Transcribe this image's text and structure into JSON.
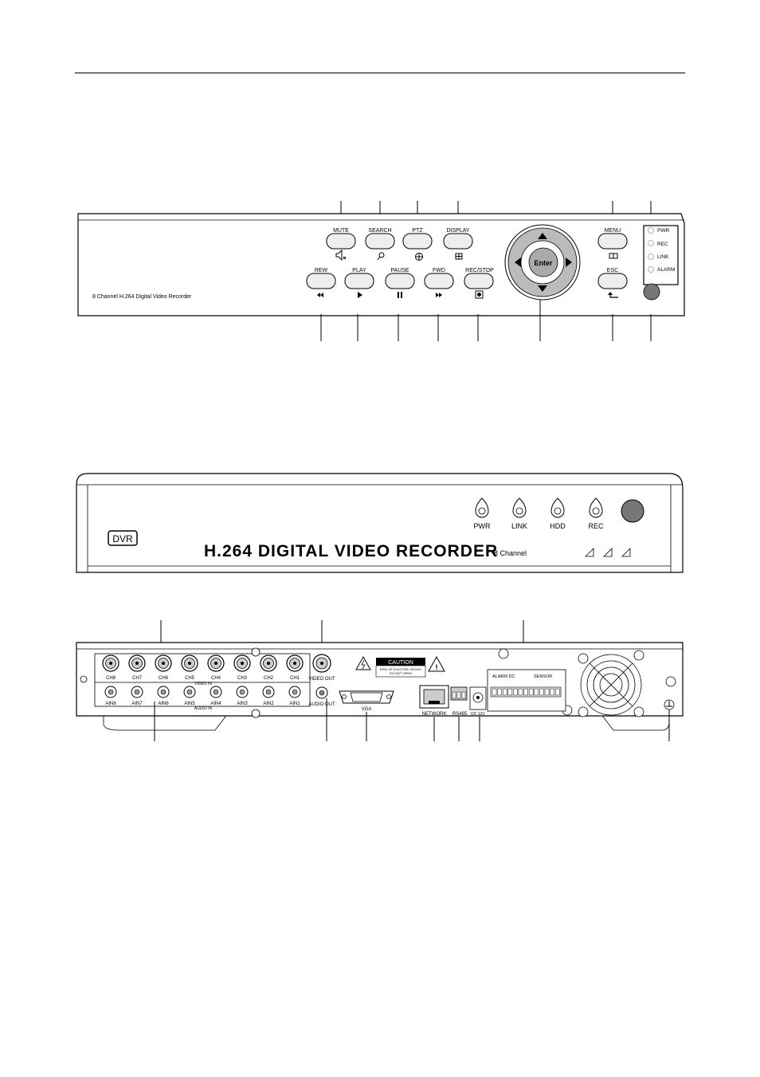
{
  "front_panel_a": {
    "model_text": "8 Channel H.264 Digital Video Recorder",
    "top_buttons": [
      {
        "label": "MUTE",
        "icon": "mute-icon"
      },
      {
        "label": "SEARCH",
        "icon": "search-icon"
      },
      {
        "label": "PTZ",
        "icon": "ptz-icon"
      },
      {
        "label": "DISPLAY",
        "icon": "display-icon"
      }
    ],
    "bottom_buttons": [
      {
        "label": "REW",
        "icon": "rewind-icon"
      },
      {
        "label": "PLAY",
        "icon": "play-icon"
      },
      {
        "label": "PAUSE",
        "icon": "pause-icon"
      },
      {
        "label": "FWD",
        "icon": "forward-icon"
      },
      {
        "label": "REC/STOP",
        "icon": "record-icon"
      }
    ],
    "enter_label": "Enter",
    "menu_label": "MENU",
    "esc_label": "ESC",
    "leds": [
      "PWR",
      "REC",
      "LINK",
      "ALARM"
    ]
  },
  "front_panel_b": {
    "badge": "DVR",
    "title": "H.264 DIGITAL VIDEO RECORDER",
    "subtitle": "8 Channel",
    "leds": [
      "PWR",
      "LINK",
      "HDD",
      "REC"
    ]
  },
  "rear_panel": {
    "video_in_channels": [
      "CH8",
      "CH7",
      "CH6",
      "CH5",
      "CH4",
      "CH3",
      "CH2",
      "CH1"
    ],
    "video_in_label": "VIDEO IN",
    "video_out_label": "VIDEO OUT",
    "audio_in_channels": [
      "AIN8",
      "AIN7",
      "AIN6",
      "AIN5",
      "AIN4",
      "AIN3",
      "AIN2",
      "AIN1"
    ],
    "audio_in_label": "AUDIO IN",
    "audio_out_label": "AUDIO OUT",
    "vga_label": "VGA",
    "caution_title": "CAUTION",
    "caution_line1": "RISK OF ELECTRIC SHOCK",
    "caution_line2": "DO NOT OPEN",
    "network_label": "NETWORK",
    "rs485_label": "RS485",
    "dc_label": "DC 12V",
    "alarm_label": "ALARM DC",
    "sensor_label": "SENSOR"
  }
}
